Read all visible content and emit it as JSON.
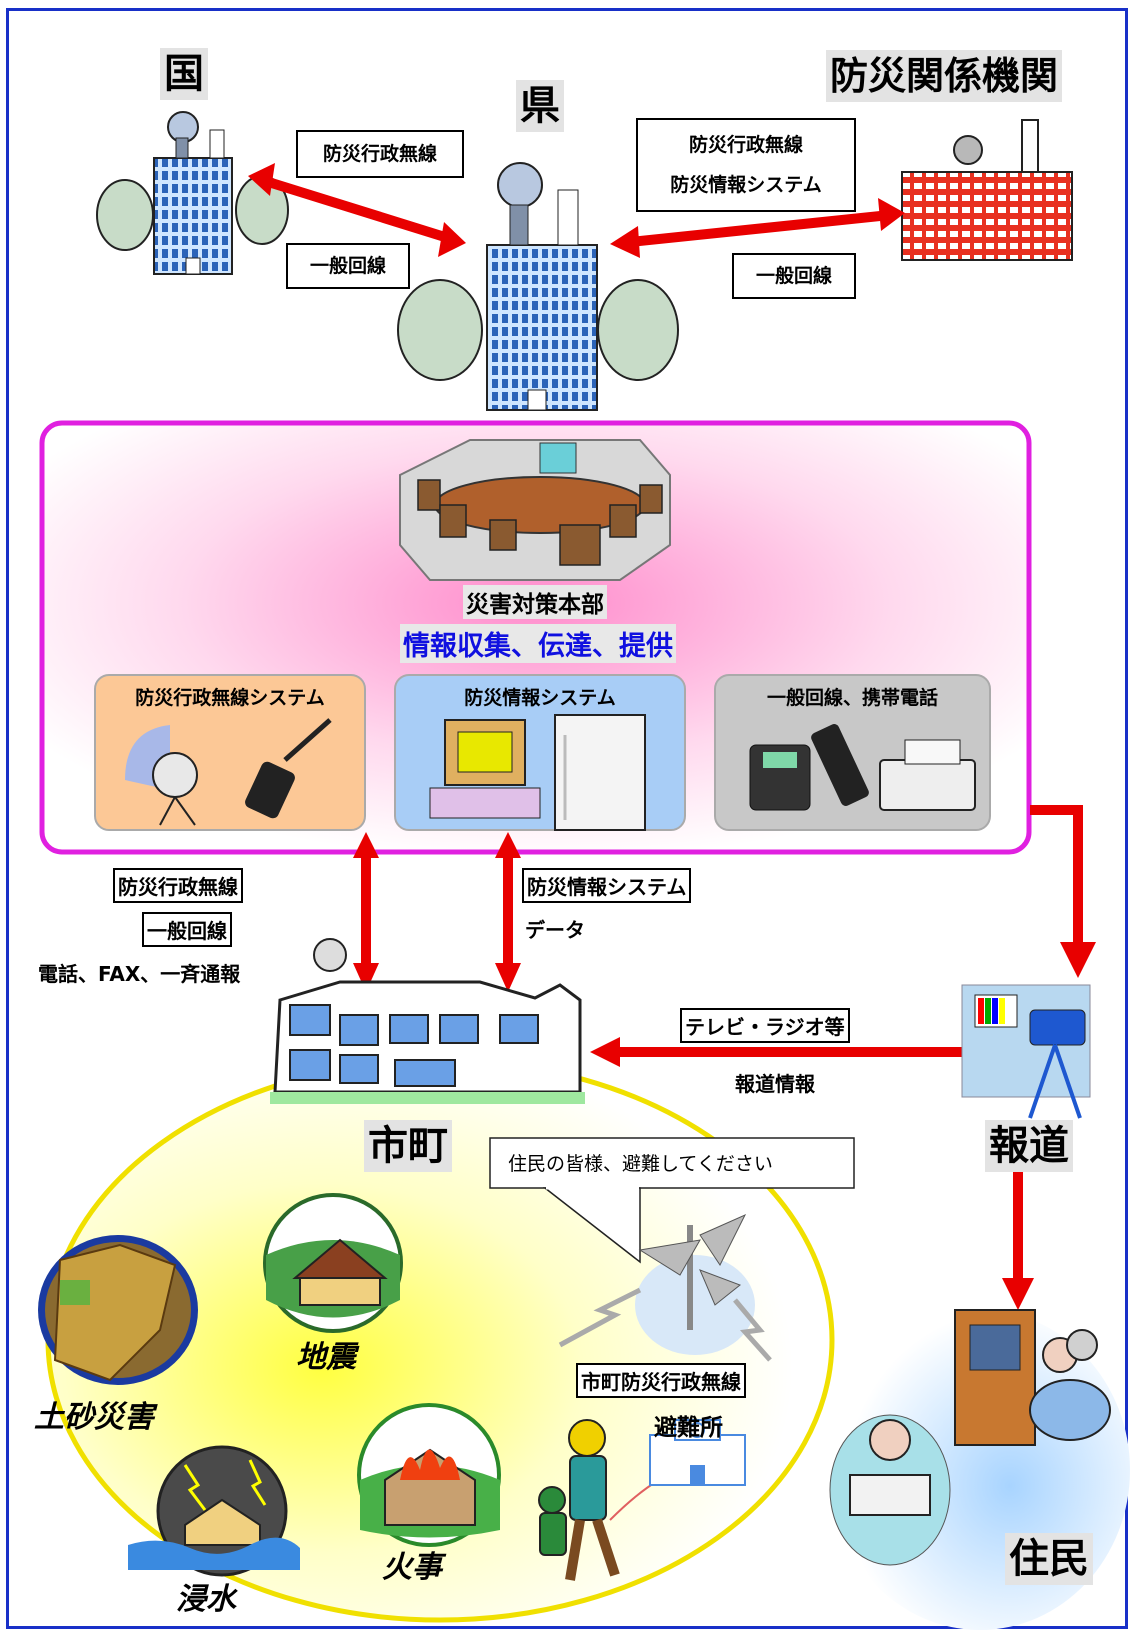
{
  "nodes": {
    "kuni": "国",
    "ken": "県",
    "bousai_kikan": "防災関係機関",
    "shimachi": "市町",
    "houdou": "報道",
    "jumin": "住民"
  },
  "links": {
    "kuni_ken_wireless": "防災行政無線",
    "kuni_ken_general": "一般回線",
    "kikan_wireless": "防災行政無線",
    "kikan_info_system": "防災情報システム",
    "kikan_general": "一般回線"
  },
  "hq": {
    "title": "災害対策本部",
    "subtitle": "情報収集、伝達、提供",
    "panels": [
      {
        "label": "防災行政無線システム"
      },
      {
        "label": "防災情報システム"
      },
      {
        "label": "一般回線、携帯電話"
      }
    ]
  },
  "city_links": {
    "left_wireless": "防災行政無線",
    "left_general": "一般回線",
    "left_comm": "電話、FAX、一斉通報",
    "right_system": "防災情報システム",
    "right_data": "データ"
  },
  "media": {
    "tv_radio": "テレビ・ラジオ等",
    "news_info": "報道情報"
  },
  "speech_bubble": "住民の皆様、避難してください",
  "city_wireless": "市町防災行政無線",
  "shelter": "避難所",
  "hazards": {
    "landslide": "土砂災害",
    "earthquake": "地震",
    "flood": "浸水",
    "fire": "火事"
  },
  "colors": {
    "frame": "#1830c8",
    "arrow": "#e80000",
    "hq_border": "#e020e0",
    "subtitle": "#1010e0",
    "ellipse": "#f0e000"
  }
}
